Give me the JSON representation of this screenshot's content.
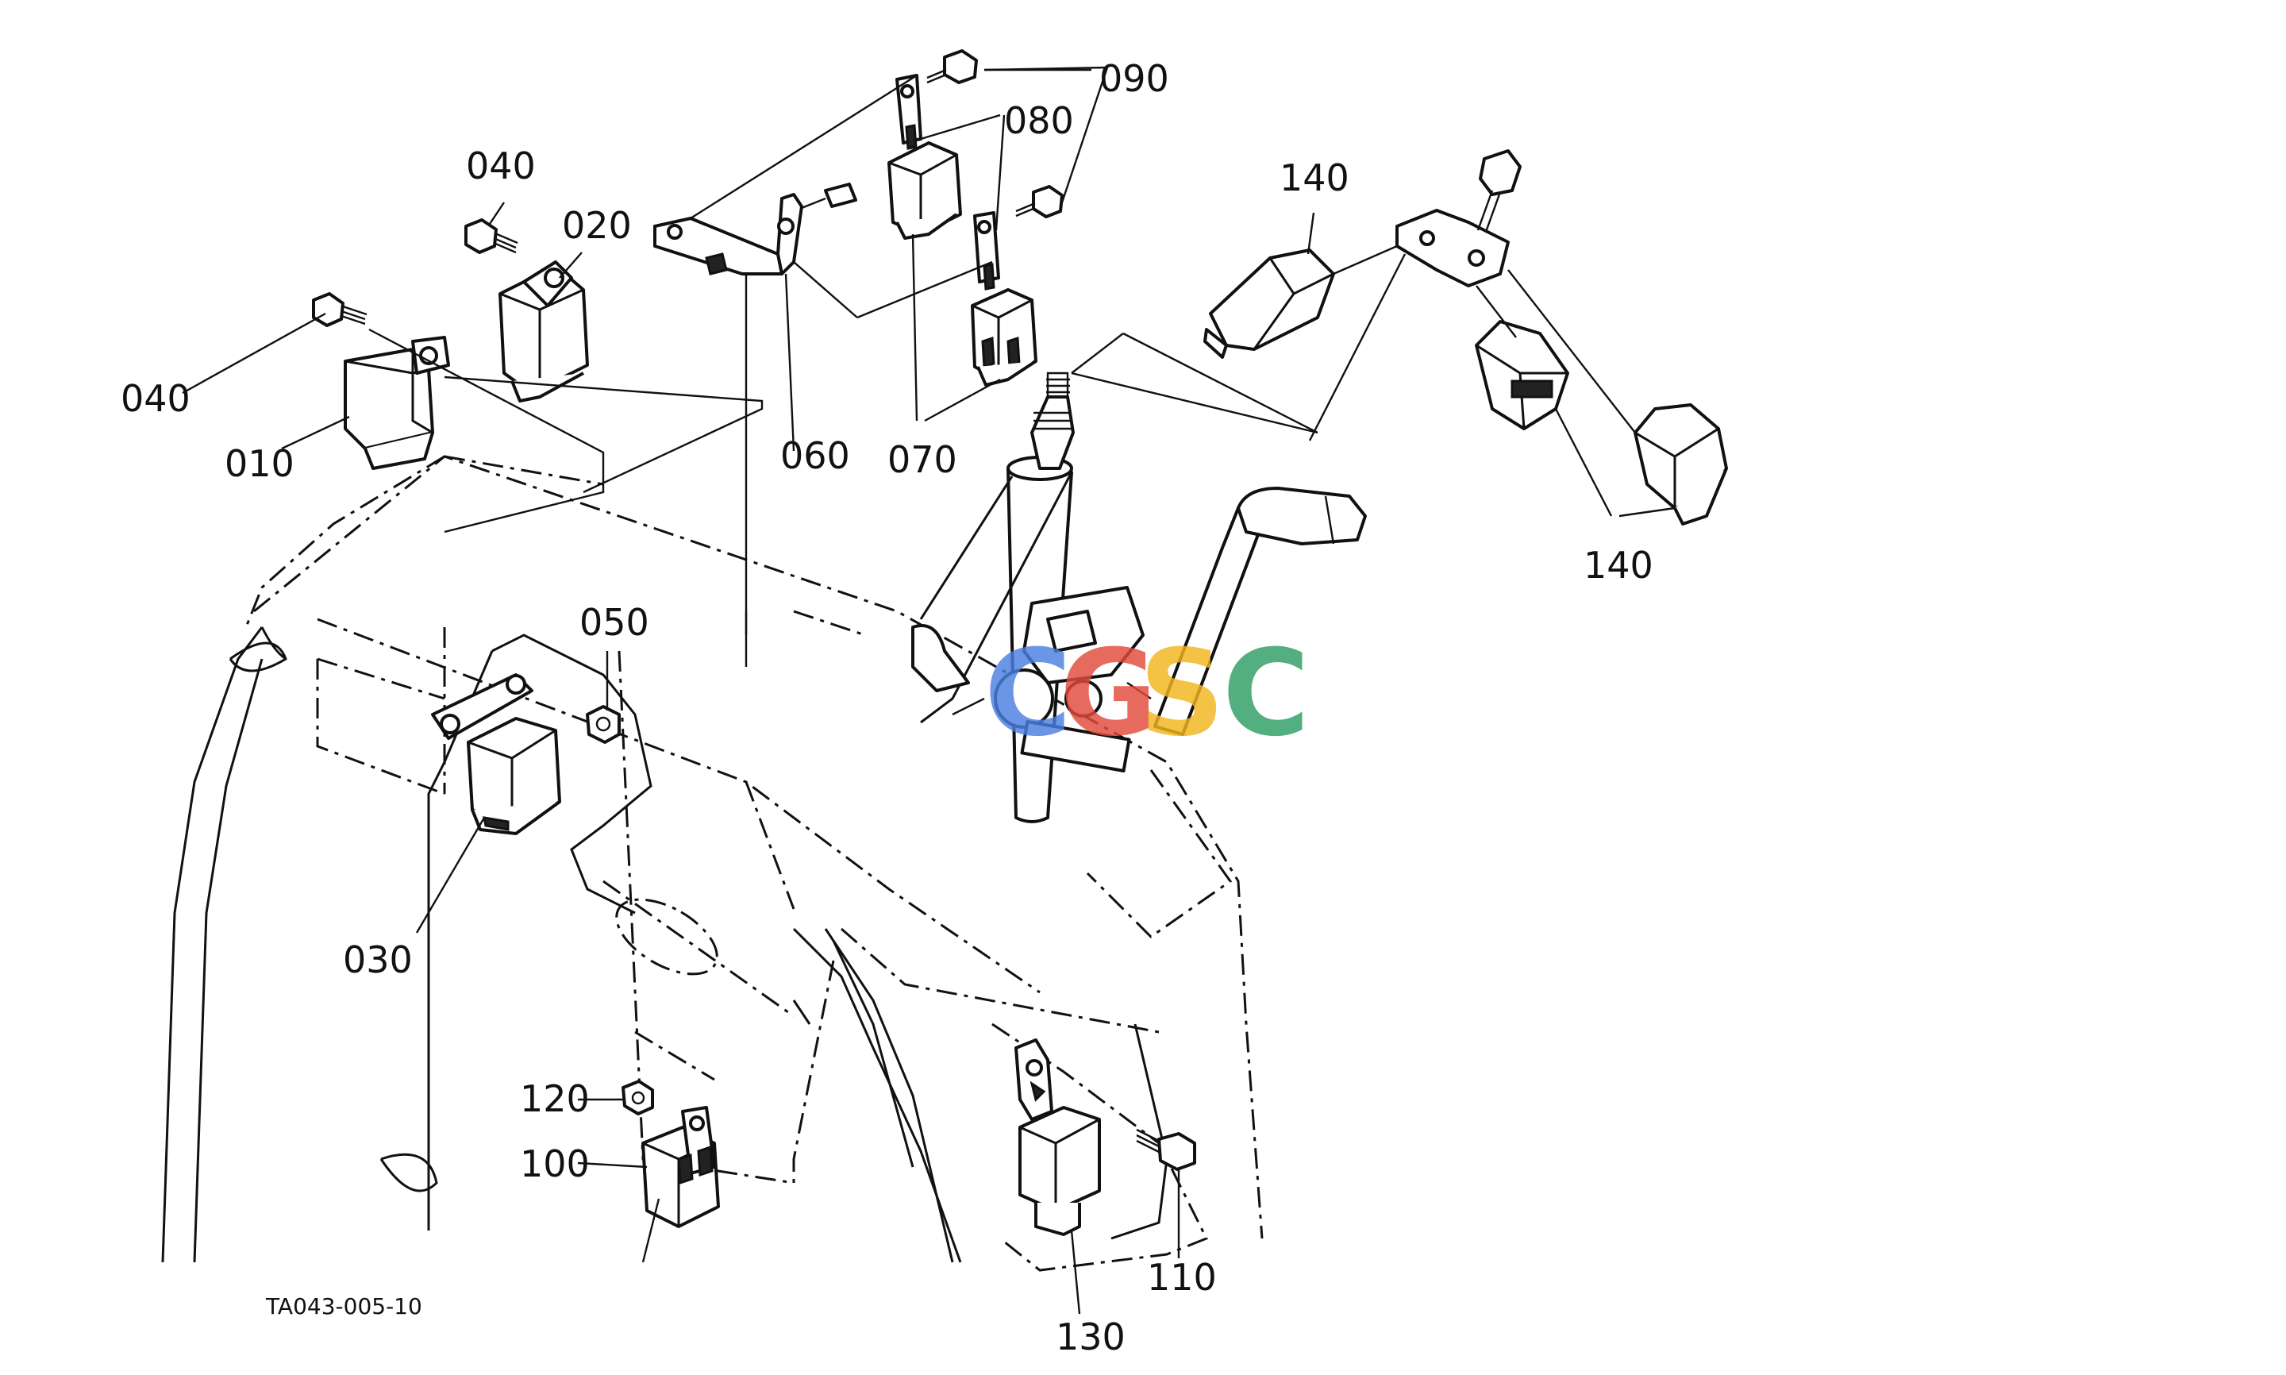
{
  "callouts": {
    "c010": "010",
    "c020": "020",
    "c030": "030",
    "c040a": "040",
    "c040b": "040",
    "c050": "050",
    "c060": "060",
    "c070": "070",
    "c080": "080",
    "c090": "090",
    "c100": "100",
    "c110": "110",
    "c120": "120",
    "c130": "130",
    "c140a": "140",
    "c140b": "140"
  },
  "drawing_code": "TA043-005-10",
  "watermark": {
    "letters": [
      "C",
      "G",
      "S",
      "C"
    ],
    "colors": [
      "#4a7fe0",
      "#e24a3b",
      "#f2b51d",
      "#2e9e64"
    ]
  }
}
